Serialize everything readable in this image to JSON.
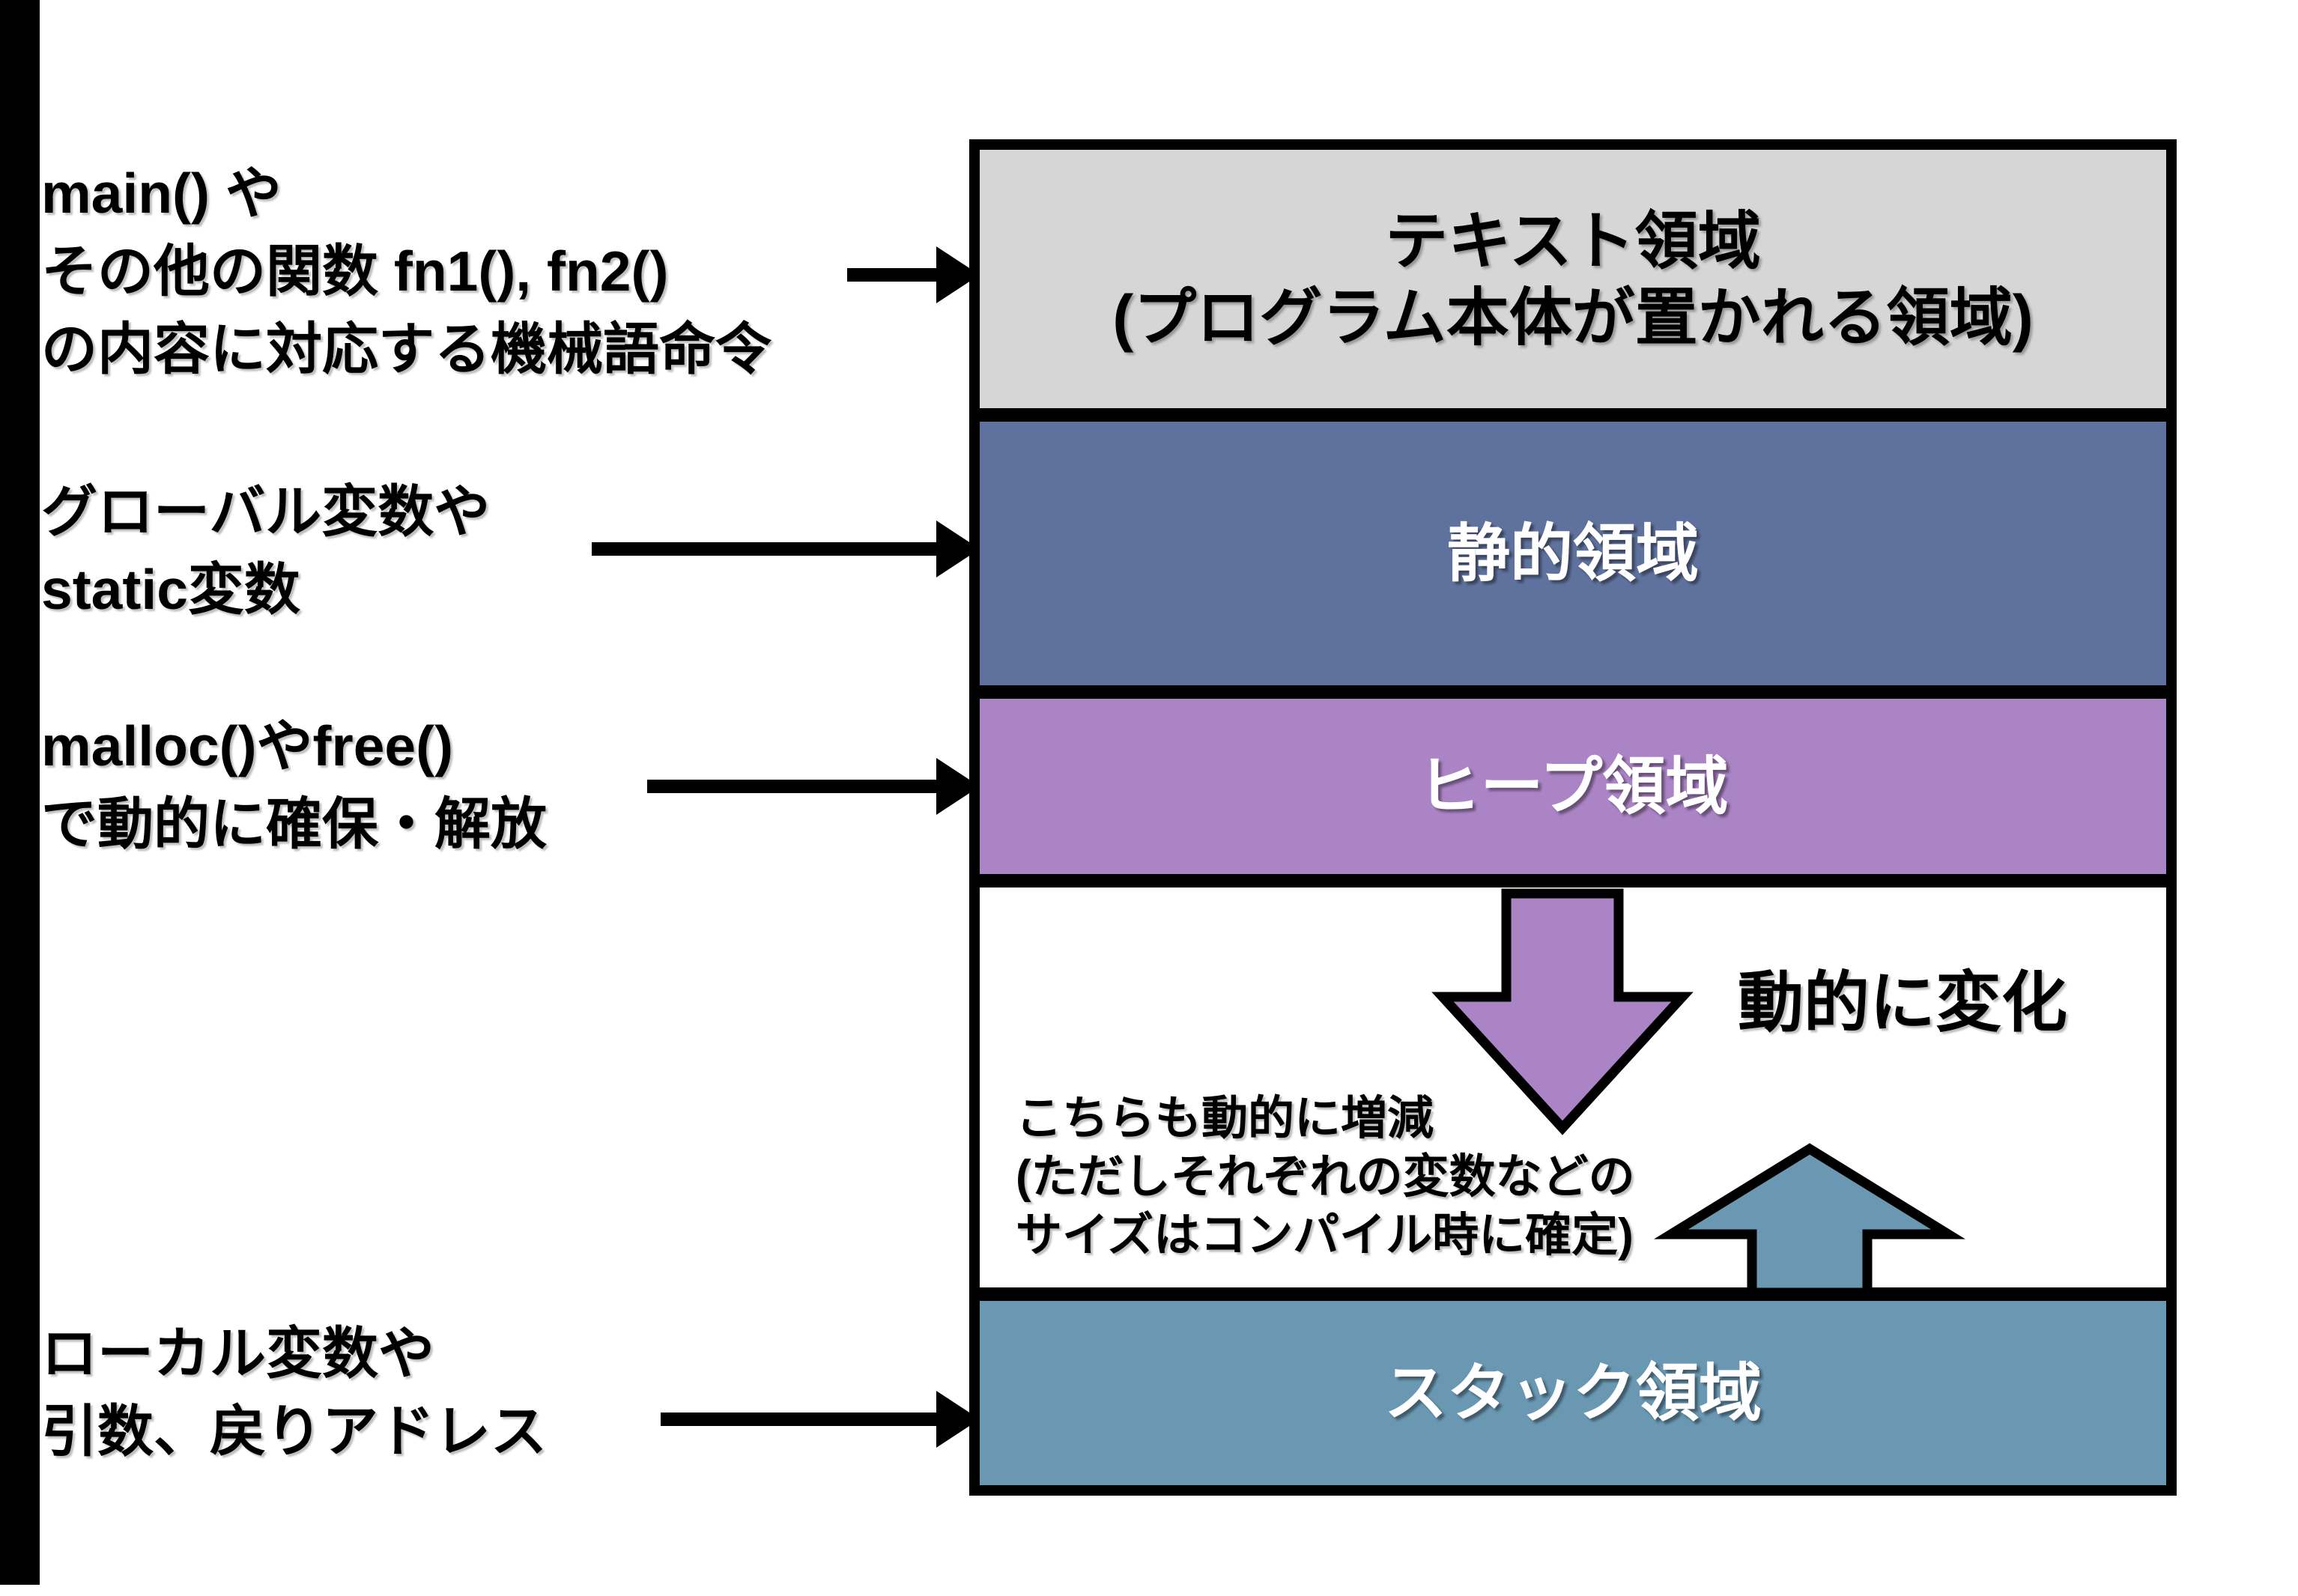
{
  "title": "C program memory layout diagram",
  "colors": {
    "text_region_bg": "#d6d6d6",
    "static_region_bg": "#5f729d",
    "heap_region_bg": "#ab84c6",
    "stack_region_bg": "#6a98b3",
    "outline": "#000000"
  },
  "left_labels": [
    {
      "lines": [
        "main() や",
        "その他の関数 fn1(), fn2()",
        "の内容に対応する機械語命令"
      ]
    },
    {
      "lines": [
        "グローバル変数や",
        "static変数"
      ]
    },
    {
      "lines": [
        "malloc()やfree()",
        "で動的に確保・解放"
      ]
    },
    {
      "lines": [
        "ローカル変数や",
        "引数、戻りアドレス"
      ]
    }
  ],
  "memory_box": {
    "text_region": {
      "line1": "テキスト領域",
      "line2": "(プログラム本体が置かれる領域)"
    },
    "static_region": {
      "label": "静的領域"
    },
    "heap_region": {
      "label": "ヒープ領域"
    },
    "stack_region": {
      "label": "スタック領域"
    }
  },
  "annotations": {
    "heap_growth": "動的に変化",
    "stack_note_lines": [
      "こちらも動的に増減",
      "(ただしそれぞれの変数などの",
      "サイズはコンパイル時に確定)"
    ]
  }
}
